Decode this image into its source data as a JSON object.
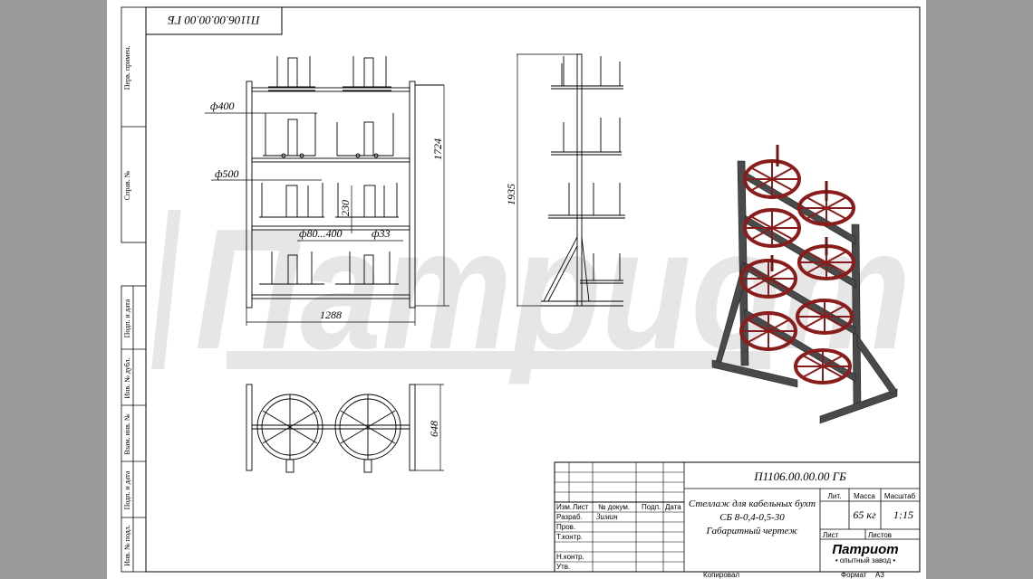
{
  "sheet": {
    "code_top": "П1106.00.00.00 ГБ",
    "code_main": "П1106.00.00.00 ГБ",
    "watermark": "Патриот"
  },
  "side_labels": {
    "perv_primen": "Перв. примен.",
    "sprav_no": "Справ. №",
    "podp_data_1": "Подп. и дата",
    "inv_dubl": "Инв. № дубл.",
    "vzam_inv": "Взам. инв. №",
    "podp_data_2": "Подп. и дата",
    "inv_podl": "Инв. № подл."
  },
  "dimensions": {
    "d400": "ф400",
    "d500": "ф500",
    "range": "ф80...400",
    "d33": "ф33",
    "h230": "230",
    "h1724": "1724",
    "h1935": "1935",
    "w1288": "1288",
    "w648": "648"
  },
  "title_block": {
    "title_line1": "Стеллаж для кабельных бухт",
    "title_line2": "СБ 8-0,4-0,5-30",
    "title_line3": "Габаритный чертеж",
    "h_izm": "Изм.",
    "h_list": "Лист",
    "h_docnum": "№ докум.",
    "h_podp": "Подп.",
    "h_data": "Дата",
    "r_razrab": "Разраб.",
    "r_prov": "Пров.",
    "r_tkontr": "Т.контр.",
    "r_nkontr": "Н.контр.",
    "r_utv": "Утв.",
    "razrab_name": "Зимин",
    "h_lit": "Лит.",
    "h_massa": "Масса",
    "h_masshtab": "Масштаб",
    "massa": "65 кг",
    "masshtab": "1:15",
    "list_label": "Лист",
    "listov_label": "Листов",
    "company": "Патриот",
    "company_sub": "• опытный завод •",
    "kopiroval": "Копировал",
    "format_label": "Формат",
    "format_value": "А3"
  }
}
